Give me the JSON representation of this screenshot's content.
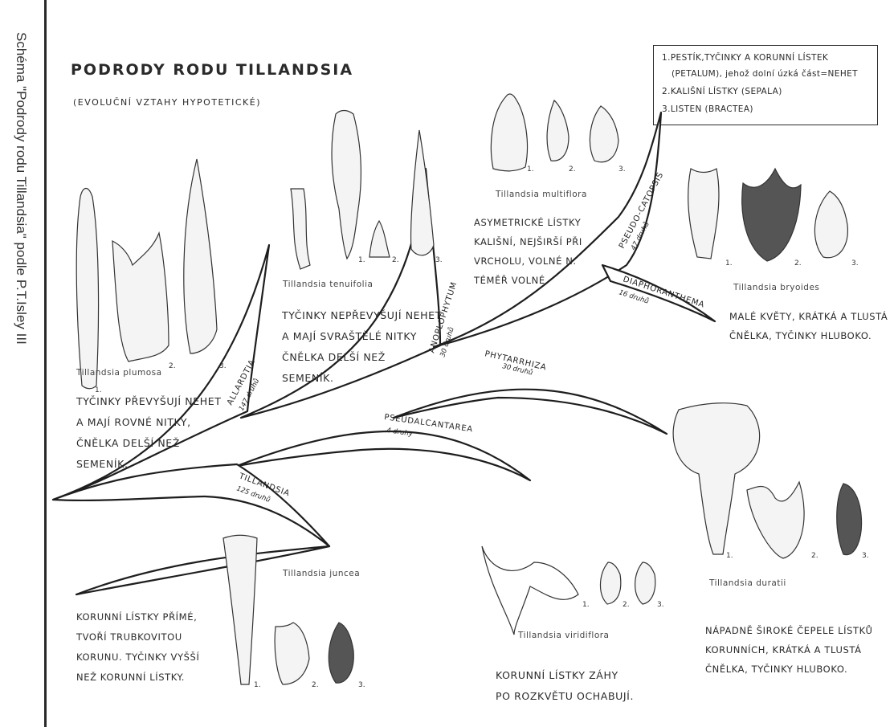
{
  "title": "PODRODY RODU TILLANDSIA",
  "subtitle": "(EVOLUČNÍ VZTAHY HYPOTETICKÉ)",
  "sidebar_caption": "Schéma \"Podrody rodu Tillandsia\" podle P.T.Isley III",
  "legend": [
    "1.PESTÍK,TYČINKY A KORUNNÍ LÍSTEK",
    "(PETALUM), jehož dolní úzká část=NEHET",
    "2.KALIŠNÍ LÍSTKY (SEPALA)",
    "3.LISTEN (BRACTEA)"
  ],
  "branches": [
    {
      "name": "ALLARDTIA",
      "count": "147 druhů"
    },
    {
      "name": "ANOPLOPHYTUM",
      "count": "30 druhů"
    },
    {
      "name": "PSEUDO-CATOPSIS",
      "count": "47 druhů"
    },
    {
      "name": "DIAPHORANTHEMA",
      "count": "16 druhů"
    },
    {
      "name": "PHYTARRHIZA",
      "count": "30 druhů"
    },
    {
      "name": "PSEUDALCANTAREA",
      "count": "4 druhy"
    },
    {
      "name": "TILLANDSIA",
      "count": "125 druhů"
    }
  ],
  "species": {
    "plumosa": "Tillandsia plumosa",
    "tenuifolia": "Tillandsia tenuifolia",
    "multiflora": "Tillandsia multiflora",
    "bryoides": "Tillandsia bryoides",
    "duratii": "Tillandsia duratii",
    "viridiflora": "Tillandsia viridiflora",
    "juncea": "Tillandsia juncea"
  },
  "descriptions": {
    "allardtia": [
      "TYČINKY PŘEVYŠUJÍ NEHET",
      "A MAJÍ ROVNÉ NITKY,",
      "ČNĚLKA DELŠÍ NEŽ",
      "SEMENÍK."
    ],
    "anoplophytum": [
      "TYČINKY NEPŘEVYŠUJÍ NEHET",
      "A MAJÍ SVRAŠTĚLÉ NITKY",
      "ČNĚLKA DELŠÍ NEŽ",
      "SEMENÍK."
    ],
    "pseudocatopsis": [
      "ASYMETRICKÉ LÍSTKY",
      "KALIŠNÍ, NEJŠIRŠÍ PŘI",
      "VRCHOLU, VOLNÉ N.",
      "TÉMĚŘ VOLNÉ."
    ],
    "diaphoranthema": [
      "MALÉ KVĚTY, KRÁTKÁ A TLUSTÁ",
      "ČNĚLKA, TYČINKY HLUBOKO."
    ],
    "phytarrhiza": [
      "NÁPADNĚ ŠIROKÉ ČEPELE LÍSTKŮ",
      "KORUNNÍCH, KRÁTKÁ A TLUSTÁ",
      "ČNĚLKA, TYČINKY HLUBOKO."
    ],
    "pseudalcantarea": [
      "KORUNNÍ LÍSTKY ZÁHY",
      "PO ROZKVĚTU OCHABUJÍ."
    ],
    "tillandsia": [
      "KORUNNÍ LÍSTKY PŘÍMÉ,",
      "TVOŘÍ TRUBKOVITOU",
      "KORUNU. TYČINKY VYŠŠÍ",
      "NEŽ KORUNNÍ LÍSTKY."
    ]
  },
  "part_numbers": [
    "1.",
    "2.",
    "3."
  ]
}
